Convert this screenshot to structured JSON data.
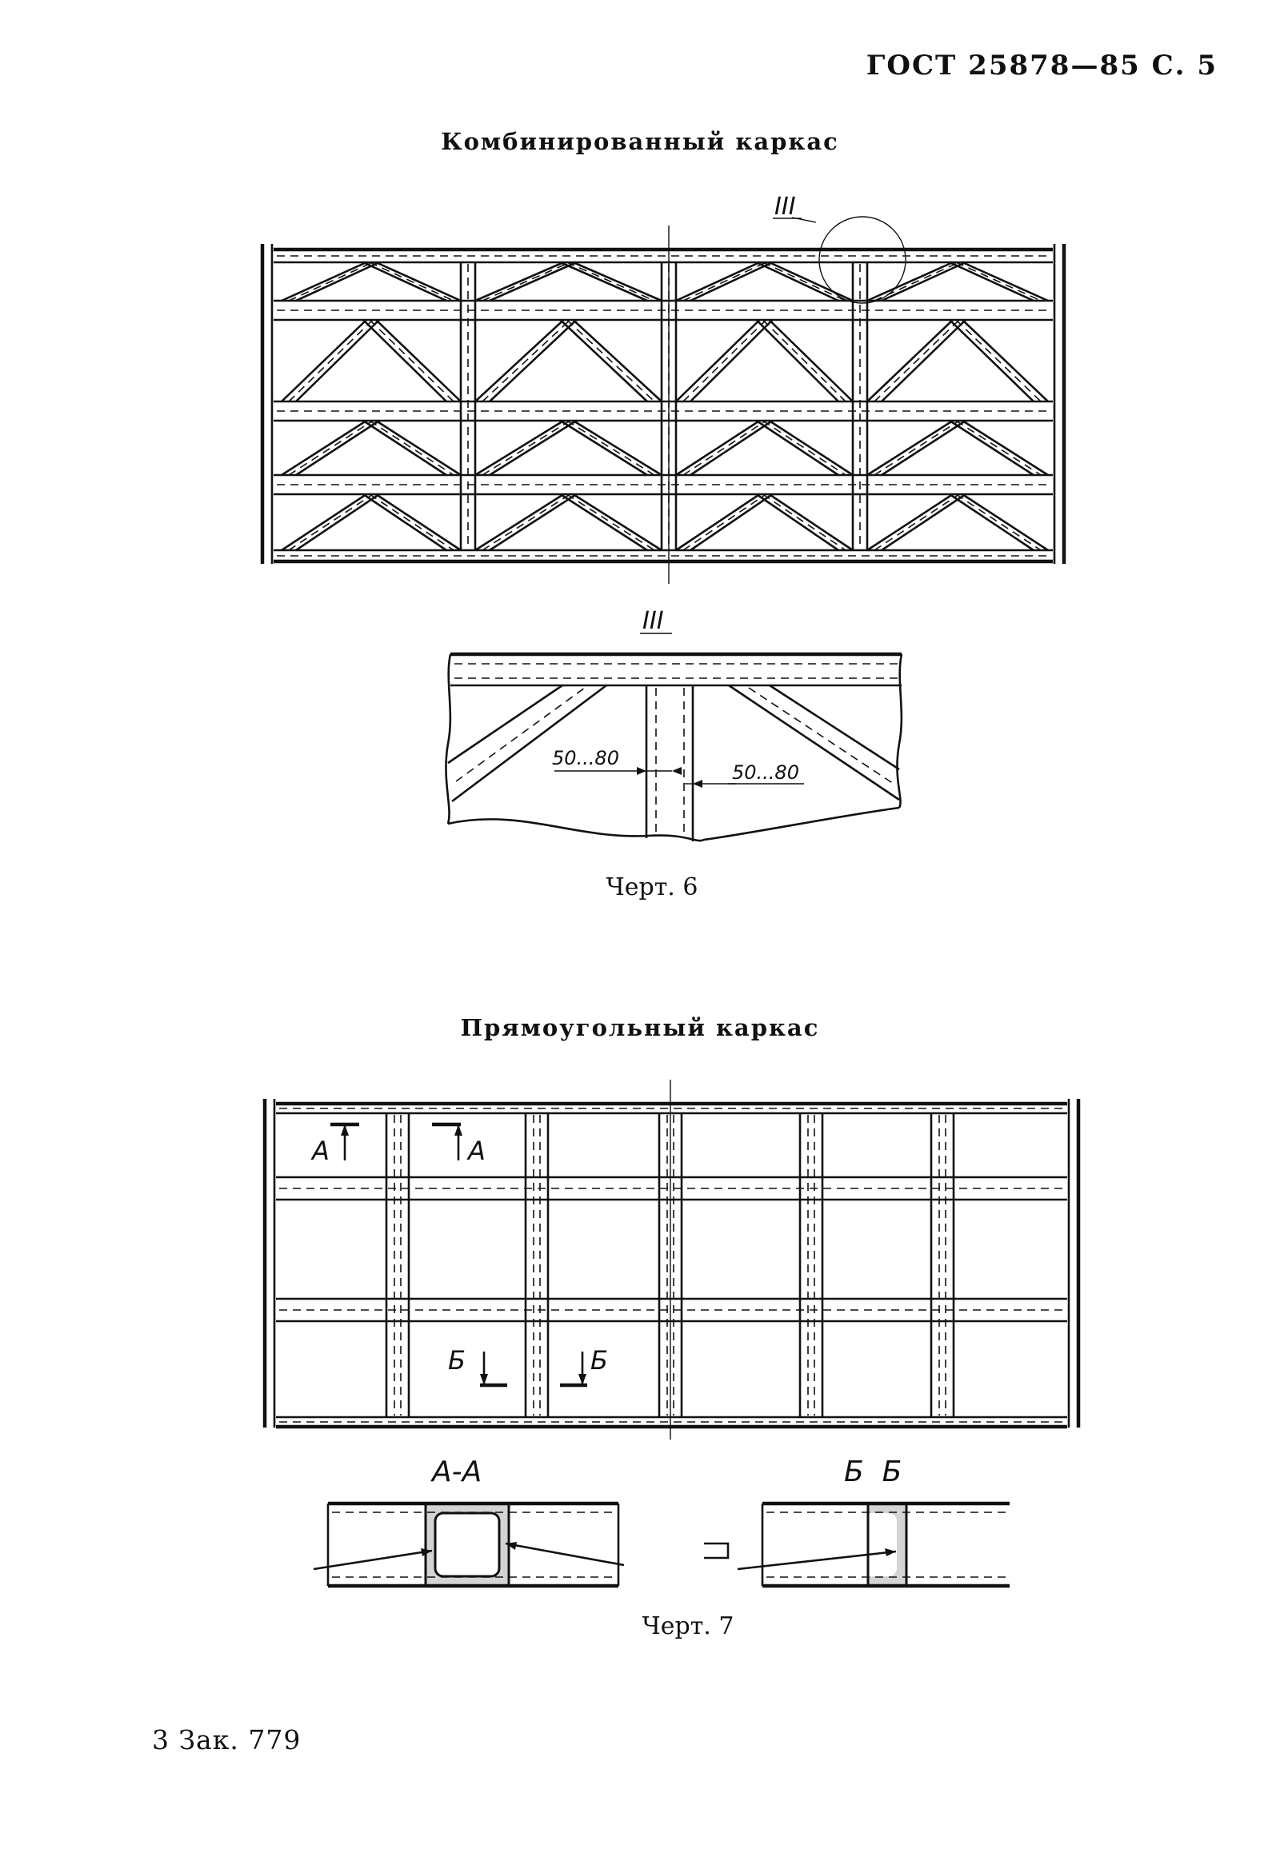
{
  "header": "ГОСТ 25878—85 С. 5",
  "figure6": {
    "title": "Комбинированный каркас",
    "callout_label": "III",
    "detail_label": "III",
    "dim_left": "50...80",
    "dim_right": "50...80",
    "caption": "Черт. 6"
  },
  "figure7": {
    "title": "Прямоугольный каркас",
    "marker_a": "А",
    "marker_b": "Б",
    "section_a_label": "А-А",
    "section_b_label": "Б  Б",
    "caption": "Черт. 7"
  },
  "footer": "3 Зак. 779"
}
